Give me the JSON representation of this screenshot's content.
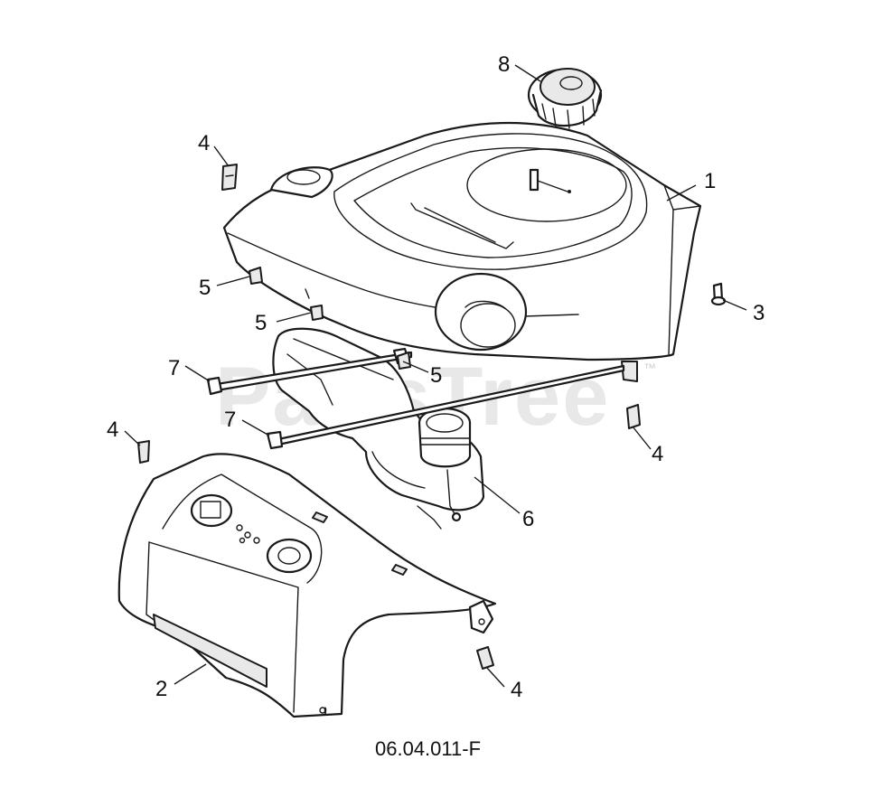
{
  "watermark": "PartsTree",
  "watermark_tm": "™",
  "diagram_reference": "06.04.011-F",
  "callouts": {
    "shroud_upper": "1",
    "shroud_lower": "2",
    "bolt_right": "3",
    "clip_upper_left": "4",
    "clip_lower_left": "4",
    "clip_right": "4",
    "clip_bottom": "4",
    "nut_left": "5",
    "nut_middle": "5",
    "nut_right": "5",
    "fuel_tank": "6",
    "strap_upper": "7",
    "strap_lower": "7",
    "fuel_cap": "8"
  }
}
